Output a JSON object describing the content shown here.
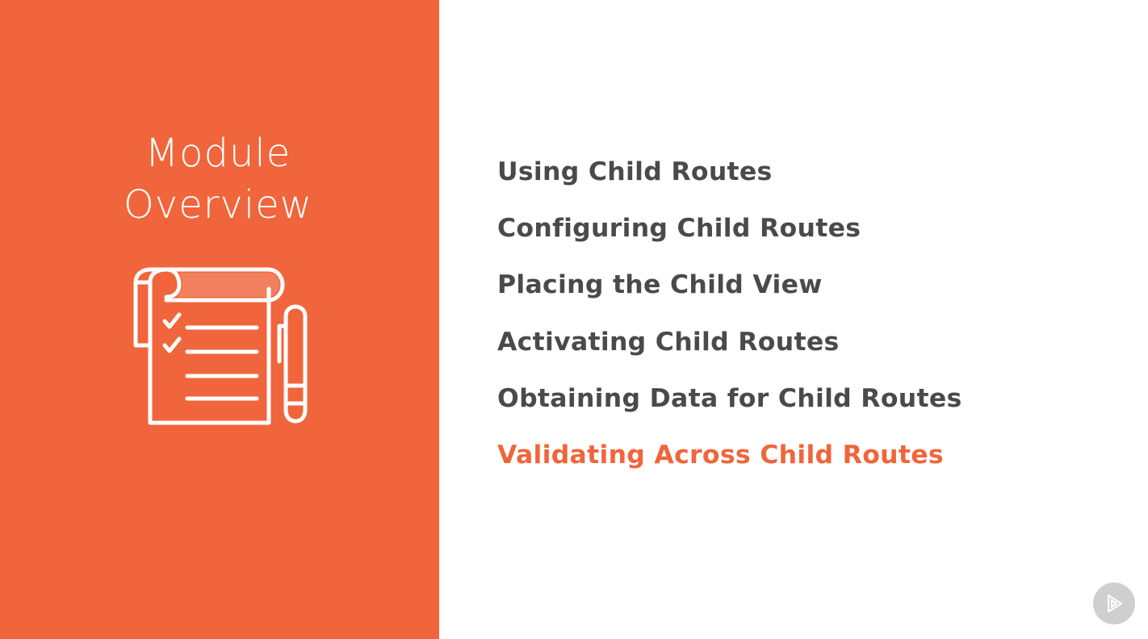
{
  "colors": {
    "accent": "#f0653b",
    "topic_text": "#4a4a4a",
    "background": "#ffffff",
    "icon_stroke": "#ffffff",
    "play_button_bg": "#cfcfd1"
  },
  "module": {
    "title_line1": "Module",
    "title_line2": "Overview",
    "icon": "checklist-with-pen-icon"
  },
  "topics": [
    {
      "label": "Using Child Routes",
      "active": false
    },
    {
      "label": "Configuring Child Routes",
      "active": false
    },
    {
      "label": "Placing the Child View",
      "active": false
    },
    {
      "label": "Activating Child Routes",
      "active": false
    },
    {
      "label": "Obtaining Data for Child Routes",
      "active": false
    },
    {
      "label": "Validating Across Child Routes",
      "active": true
    }
  ],
  "player": {
    "icon": "play-logo-icon"
  }
}
